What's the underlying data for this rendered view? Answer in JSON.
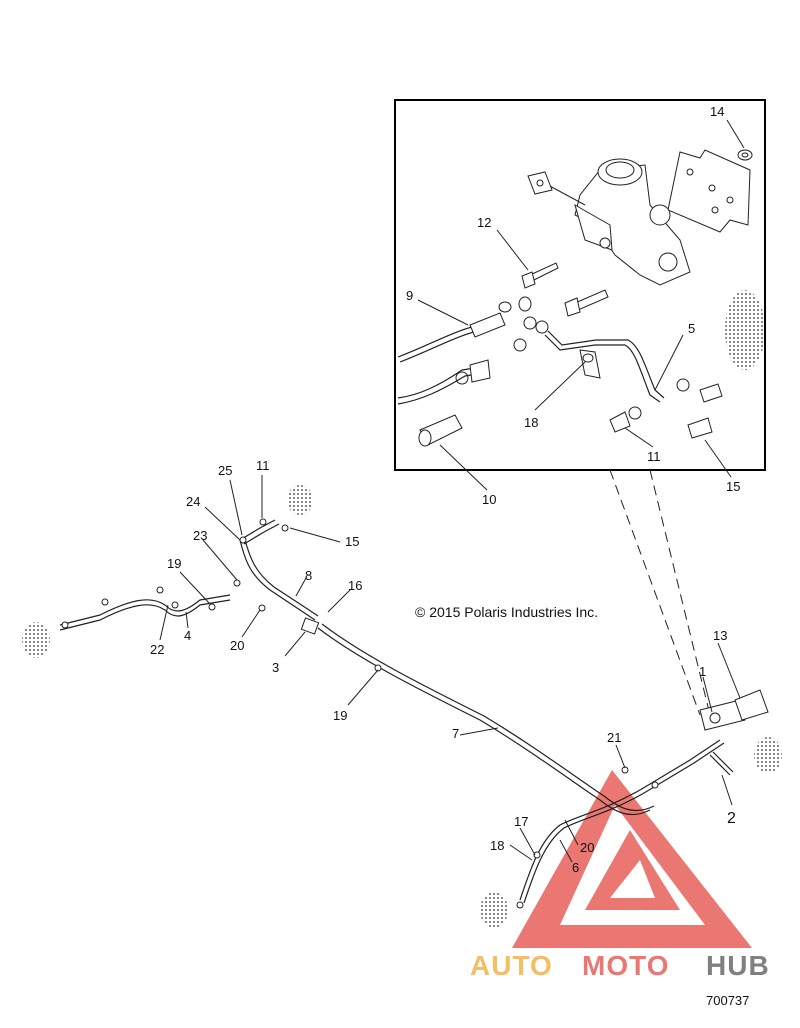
{
  "copyright": "© 2015 Polaris Industries Inc.",
  "document_number": "700737",
  "watermark": {
    "text_part1": "AUTO",
    "text_part2": "MOTO",
    "text_part3": "HUB",
    "color_red": "#e8605a",
    "color_orange": "#f2b34a",
    "color_gray": "#6b6b6b"
  },
  "callouts_inset": [
    "14",
    "12",
    "9",
    "5",
    "18",
    "11",
    "15",
    "10"
  ],
  "callouts_main": [
    "25",
    "11",
    "24",
    "15",
    "23",
    "8",
    "19",
    "16",
    "22",
    "4",
    "20",
    "3",
    "19",
    "7",
    "13",
    "1",
    "21",
    "2",
    "17",
    "18",
    "20",
    "6"
  ]
}
